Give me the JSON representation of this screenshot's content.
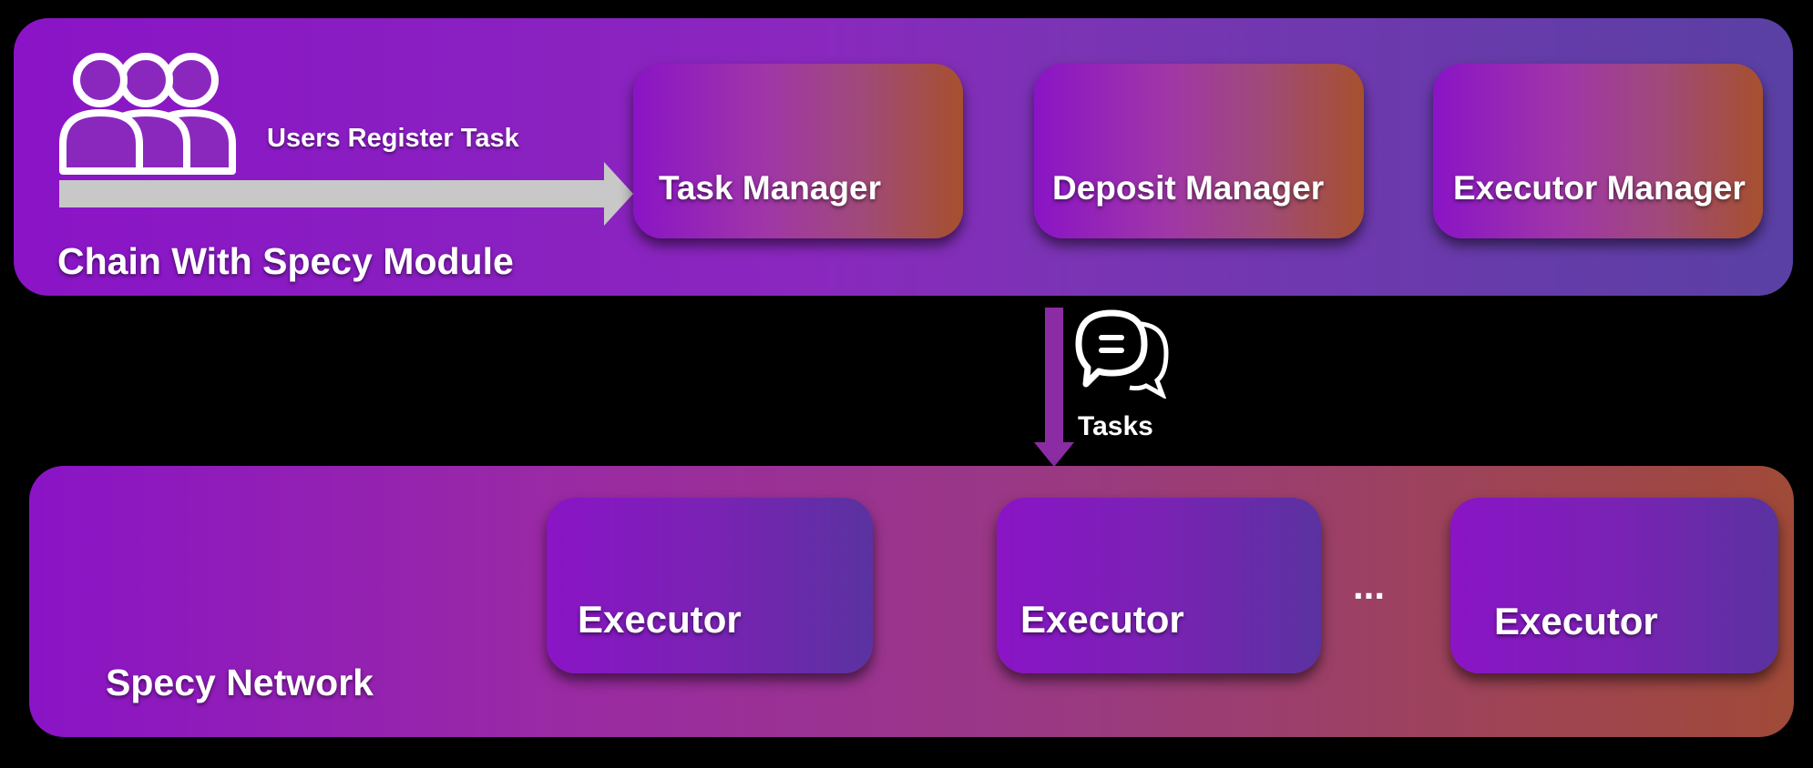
{
  "chain": {
    "title": "Chain With Specy Module",
    "register_label": "Users Register Task",
    "modules": [
      {
        "label": "Task Manager"
      },
      {
        "label": "Deposit Manager"
      },
      {
        "label": "Executor Manager"
      }
    ]
  },
  "flow": {
    "tasks_label": "Tasks"
  },
  "network": {
    "title": "Specy Network",
    "executors": [
      {
        "label": "Executor"
      },
      {
        "label": "Executor"
      },
      {
        "label": "Executor"
      }
    ],
    "ellipsis": "..."
  },
  "colors": {
    "background": "#000000",
    "panel_purple": "#8a14c6",
    "accent_orange": "#a6502e",
    "arrow_gray": "#c8c8c8",
    "arrow_purple": "#8c2ca4"
  },
  "icons": {
    "users": "users-icon",
    "register_arrow": "arrow-right-icon",
    "tasks_arrow": "arrow-down-icon",
    "chat": "chat-bubbles-icon"
  }
}
